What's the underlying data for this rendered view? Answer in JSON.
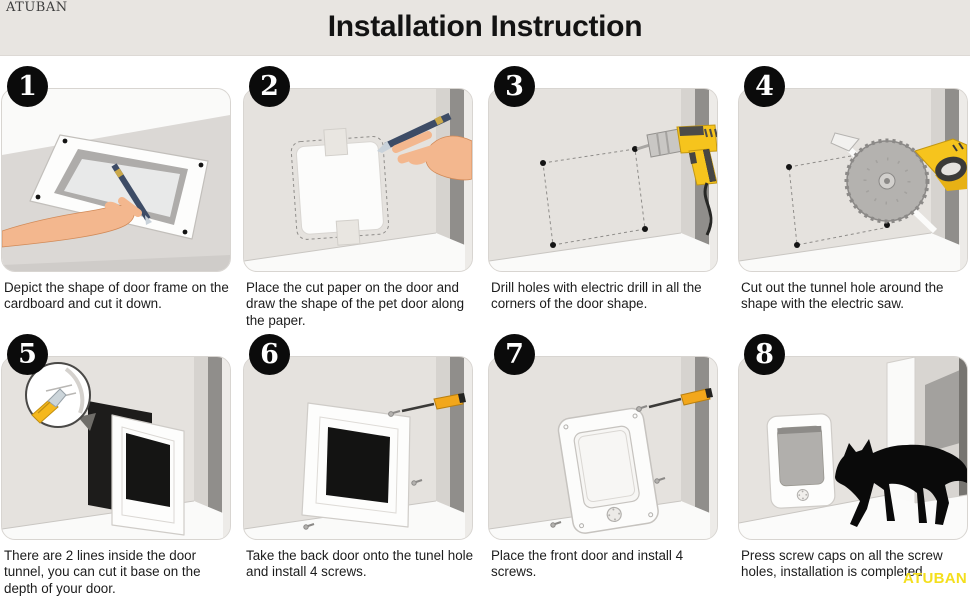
{
  "header": {
    "brand": "ATUBAN",
    "title": "Installation Instruction"
  },
  "footer": {
    "brand": "ATUBAN"
  },
  "colors": {
    "header_bg": "#e8e5e1",
    "panel_bg": "#e9e6e3",
    "wall_gray": "#e5e2de",
    "badge_bg": "#0b0b0b",
    "badge_text": "#ffffff",
    "tool_yellow": "#f6c41d",
    "handle_orange": "#f2a71b",
    "brand_yellow": "#f4df1d",
    "skin": "#f3b78e",
    "pen_navy": "#3d4c66",
    "flap_black": "#151514"
  },
  "steps": [
    {
      "number": "1",
      "caption": "Depict the shape of door frame on the cardboard and cut it down.",
      "illustration": "trace-door-frame-on-cardboard"
    },
    {
      "number": "2",
      "caption": "Place the cut paper on the door and draw the shape of the pet door along the paper.",
      "illustration": "trace-paper-template-on-door"
    },
    {
      "number": "3",
      "caption": "Drill holes with electric drill in all the corners of the door shape.",
      "illustration": "drill-corner-holes"
    },
    {
      "number": "4",
      "caption": "Cut out the tunnel hole around the shape with the electric saw.",
      "illustration": "cut-tunnel-hole-with-electric-saw"
    },
    {
      "number": "5",
      "caption": "There are 2 lines inside the door tunnel, you can cut it base on the depth of your door.",
      "illustration": "cut-tunnel-depth-lines"
    },
    {
      "number": "6",
      "caption": "Take the back door onto the tunel hole and install 4 screws.",
      "illustration": "install-back-door-with-screws"
    },
    {
      "number": "7",
      "caption": "Place the front door and install 4 screws.",
      "illustration": "install-front-door-with-screws"
    },
    {
      "number": "8",
      "caption": "Press screw caps on all the screw holes, installation is completed.",
      "illustration": "cat-walking-through-finished-door"
    }
  ]
}
